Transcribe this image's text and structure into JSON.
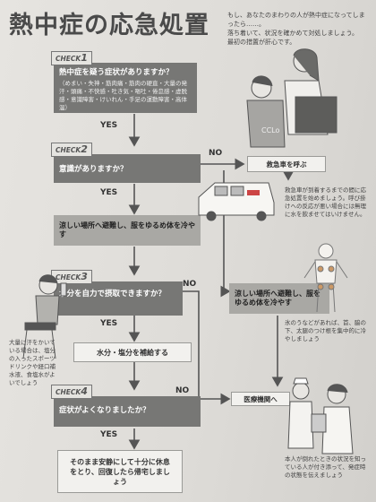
{
  "title": "熱中症の応急処置",
  "intro": "もし、あなたのまわりの人が熱中症になってしまったら……。\n落ち着いて、状況を確かめて対処しましょう。\n最初の措置が肝心です。",
  "check1": {
    "tab": "CHECK",
    "num": "1",
    "question": "熱中症を疑う症状がありますか？",
    "symptoms": "（めまい・失神・筋肉痛・筋肉の硬直・大量の発汗・頭痛・不快感・吐き気・嘔吐・倦怠感・虚脱感・意識障害・けいれん・手足の運動障害・高体温）"
  },
  "check2": {
    "tab": "CHECK",
    "num": "2",
    "question": "意識がありますか？"
  },
  "check3": {
    "tab": "CHECK",
    "num": "3",
    "question": "水分を自力で摂取できますか？"
  },
  "check4": {
    "tab": "CHECK",
    "num": "4",
    "question": "症状がよくなりましたか？"
  },
  "yes": "YES",
  "no": "NO",
  "actions": {
    "cool_left": "涼しい場所へ避難し、服をゆるめ体を冷やす",
    "hydrate": "水分・塩分を補給する",
    "rest": "そのまま安静にして十分に休息をとり、回復したら帰宅しましょう",
    "ambulance": "救急車を呼ぶ",
    "cool_right": "涼しい場所へ避難し、服をゆるめ体を冷やす",
    "hospital": "医療機関へ"
  },
  "notes": {
    "ambulance": "救急車が到着するまでの間に応急処置を始めましょう。呼び掛けへの反応が悪い場合には無理に水を飲ませてはいけません。",
    "cool": "氷のうなどがあれば、首、脇の下、太腿のつけ根を集中的に冷やしましょう",
    "drink": "大量に汗をかいている場合は、塩分の入ったスポーツドリンクや経口補水液、食塩水がよいでしょう",
    "hospital": "本人が倒れたときの状況を知っている人が付き添って、発症時の状態を伝えましょう"
  }
}
